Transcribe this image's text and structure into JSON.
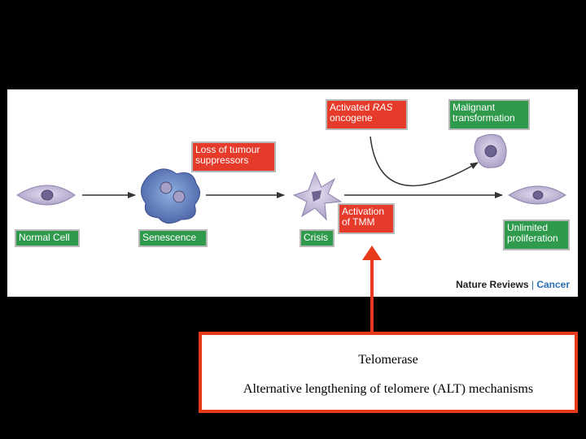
{
  "diagram": {
    "labels": {
      "normal_cell": "Normal Cell",
      "senescence": "Senescence",
      "crisis": "Crisis",
      "loss_of_tumour_suppressors": "Loss of tumour suppressors",
      "activated_ras_prefix": "Activated ",
      "activated_ras_italic": "RAS",
      "activated_ras_suffix": "oncogene",
      "activation_of_tmm": "Activation of TMM",
      "malignant_transformation": "Malignant transformation",
      "unlimited_proliferation": "Unlimited proliferation"
    },
    "brand": {
      "name": "Nature Reviews",
      "separator": " | ",
      "journal": "Cancer"
    },
    "colors": {
      "green_label": "#2f9a4c",
      "red_label": "#e63a2a",
      "cell": "#b9aed0",
      "senescent_cell": "#5f7fb8",
      "callout_border": "#e63a1a"
    }
  },
  "callout": {
    "line1": "Telomerase",
    "line2": "Alternative lengthening of telomere (ALT) mechanisms"
  }
}
